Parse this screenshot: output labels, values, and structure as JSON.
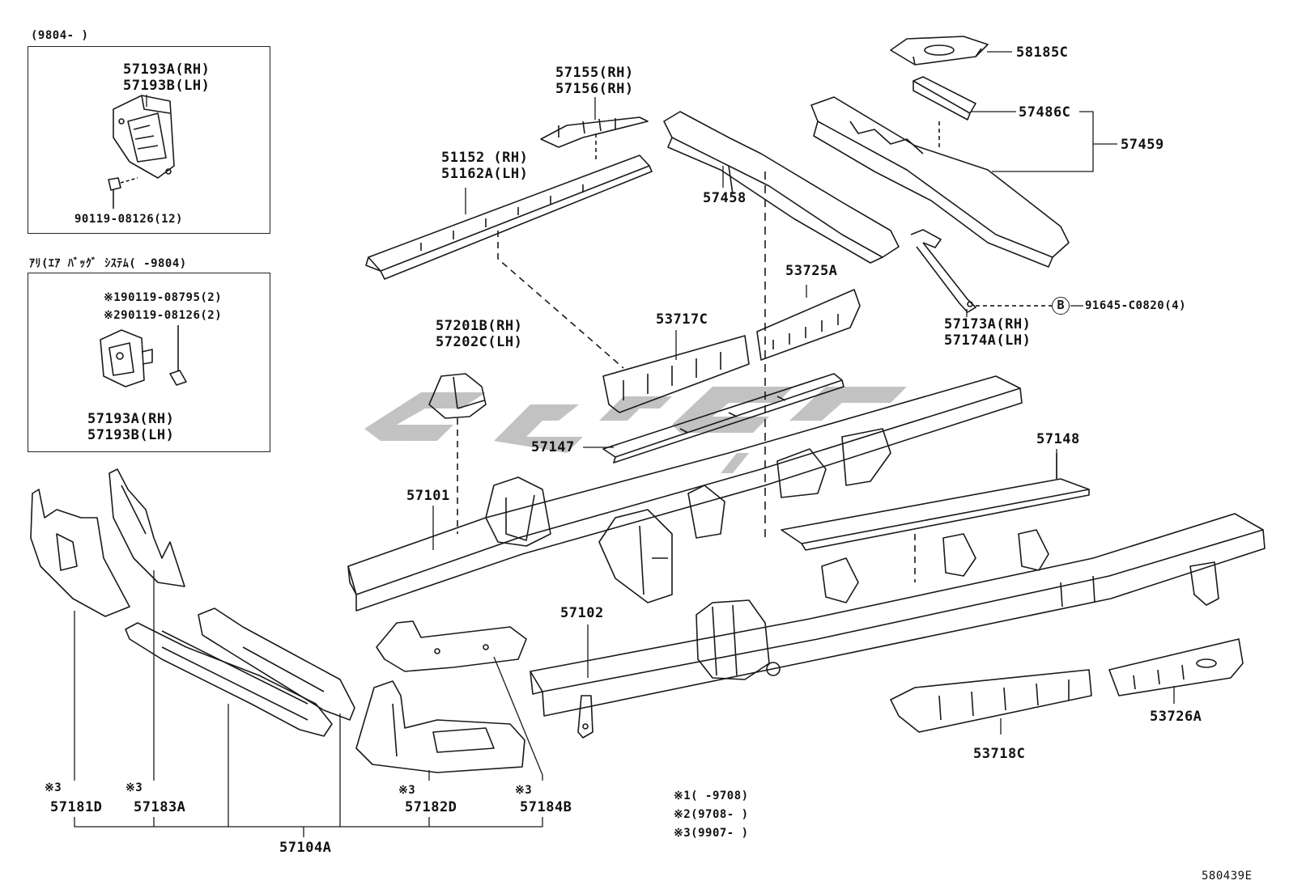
{
  "inset1": {
    "header": "(9804-       )",
    "part_a": "57193A(RH)",
    "part_b": "57193B(LH)",
    "bolt": "90119-08126(12)"
  },
  "inset2": {
    "header": "ｱﾘ(ｴｱ ﾊﾞｯｸﾞ ｼｽﾃﾑ(      -9804)",
    "bolt1": "※190119-08795(2)",
    "bolt2": "※290119-08126(2)",
    "part_a": "57193A(RH)",
    "part_b": "57193B(LH)"
  },
  "labels": {
    "p57155": "57155(RH)",
    "p57156": "57156(RH)",
    "p51152": "51152  (RH)",
    "p51162": "51162A(LH)",
    "p58185": "58185C",
    "p57486": "57486C",
    "p57459": "57459",
    "p57458": "57458",
    "p53725": "53725A",
    "p53717": "53717C",
    "p57201": "57201B(RH)",
    "p57202": "57202C(LH)",
    "p57173": "57173A(RH)",
    "p57174": "57174A(LH)",
    "p91645": "91645-C0820(4)",
    "circle_b": "B",
    "p57147": "57147",
    "p57148": "57148",
    "p57101": "57101",
    "p57102": "57102",
    "p53718": "53718C",
    "p53726": "53726A",
    "p57181_mark": "※3",
    "p57181": "57181D",
    "p57183_mark": "※3",
    "p57183": "57183A",
    "p57182_mark": "※3",
    "p57182": "57182D",
    "p57184_mark": "※3",
    "p57184": "57184B",
    "p57104": "57104A",
    "note1": "※1(      -9708)",
    "note2": "※2(9708-      )",
    "note3": "※3(9907-      )",
    "figure_code": "580439E"
  },
  "colors": {
    "line": "#1a1a1a",
    "watermark": "#9a9a9a",
    "background": "#ffffff"
  }
}
